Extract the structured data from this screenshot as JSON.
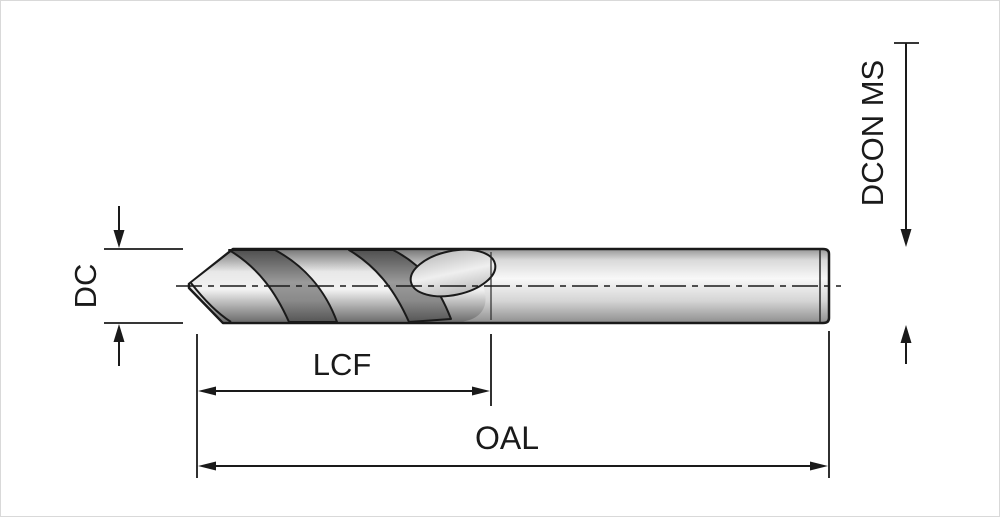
{
  "diagram": {
    "kind": "drill-dimension-drawing",
    "labels": {
      "dc": "DC",
      "dcon_ms": "DCON MS",
      "lcf": "LCF",
      "oal": "OAL"
    },
    "colors": {
      "line": "#1a1a1a",
      "background": "#ffffff",
      "metal_light": "#f8f8f8",
      "metal_dark": "#8e8e8e"
    }
  }
}
